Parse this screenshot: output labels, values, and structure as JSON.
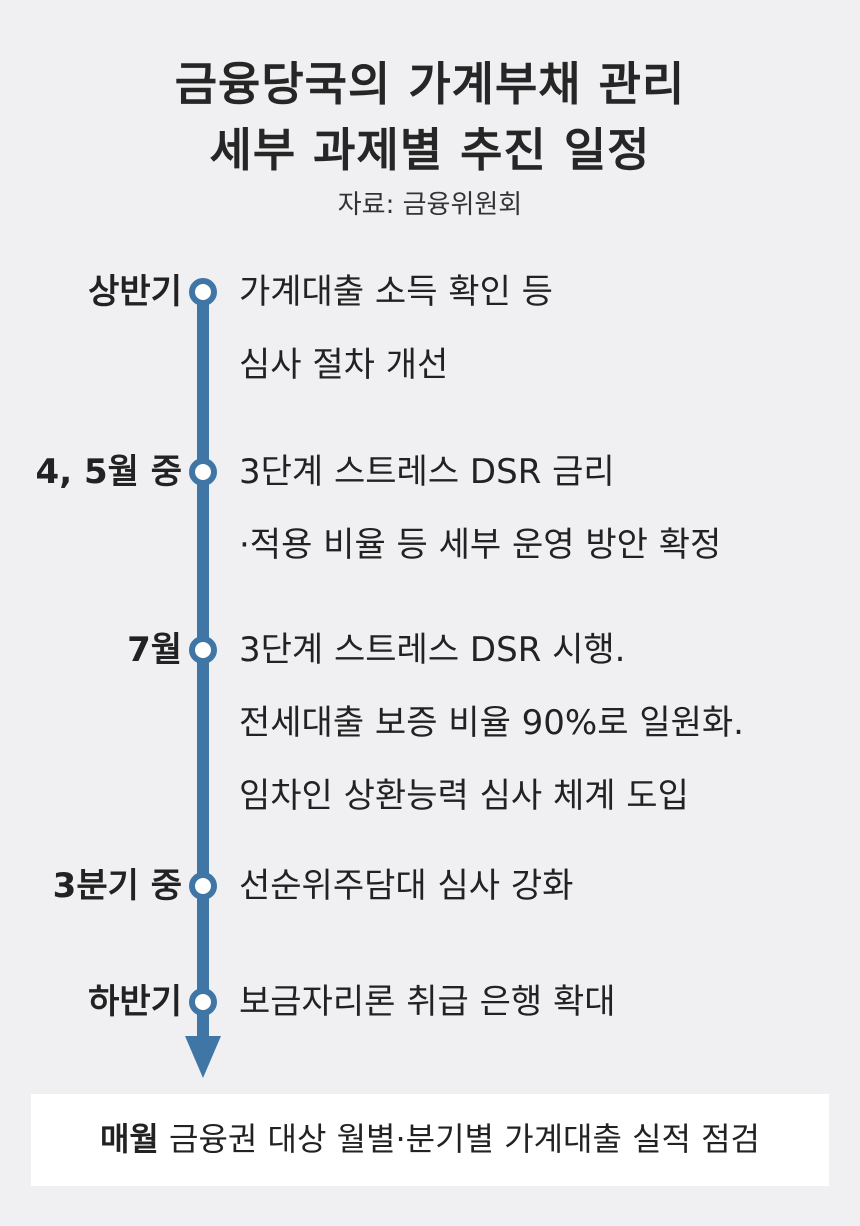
{
  "header": {
    "title_line1": "금융당국의 가계부채 관리",
    "title_line2": "세부 과제별 추진 일정",
    "source": "자료: 금융위원회"
  },
  "timeline": {
    "line_color": "#3f76a6",
    "events": [
      {
        "period": "상반기",
        "lines": [
          "가계대출 소득 확인 등",
          "심사 절차 개선"
        ]
      },
      {
        "period": "4, 5월 중",
        "lines": [
          "3단계 스트레스 DSR 금리",
          "·적용 비율 등 세부 운영 방안 확정"
        ]
      },
      {
        "period": "7월",
        "lines": [
          "3단계 스트레스 DSR 시행.",
          "전세대출 보증 비율 90%로 일원화.",
          "임차인 상환능력 심사 체계 도입"
        ]
      },
      {
        "period": "3분기 중",
        "lines": [
          "선순위주담대 심사 강화"
        ]
      },
      {
        "period": "하반기",
        "lines": [
          "보금자리론 취급 은행 확대"
        ]
      }
    ]
  },
  "footer": {
    "label": "매월",
    "text": "금융권 대상 월별·분기별 가계대출 실적 점검"
  }
}
